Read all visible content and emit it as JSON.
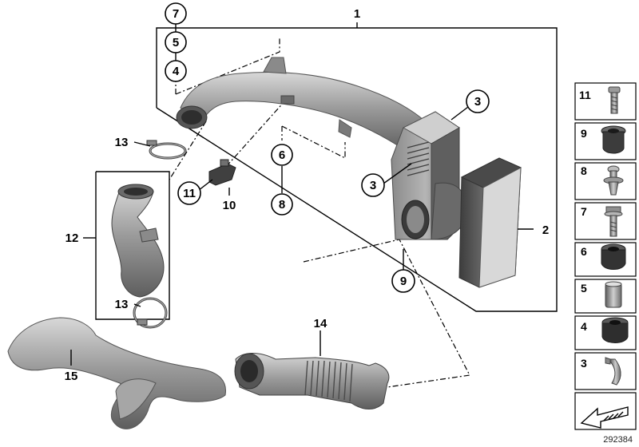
{
  "diagram": {
    "callouts": {
      "c1": "1",
      "c2": "2",
      "c3a": "3",
      "c3b": "3",
      "c4": "4",
      "c5": "5",
      "c6": "6",
      "c7": "7",
      "c8": "8",
      "c9": "9",
      "c10": "10",
      "c11": "11",
      "c12": "12",
      "c13a": "13",
      "c13b": "13",
      "c14": "14",
      "c15": "15"
    },
    "legend": [
      {
        "num": "11",
        "part": "screw"
      },
      {
        "num": "9",
        "part": "grommet"
      },
      {
        "num": "8",
        "part": "pin"
      },
      {
        "num": "7",
        "part": "bolt"
      },
      {
        "num": "6",
        "part": "rubber-mount"
      },
      {
        "num": "5",
        "part": "sleeve"
      },
      {
        "num": "4",
        "part": "bushing"
      },
      {
        "num": "3",
        "part": "clip"
      }
    ],
    "reference_number": "292384",
    "colors": {
      "part_dark": "#6f6f6f",
      "part_mid": "#9a9a9a",
      "part_light": "#c9c9c9",
      "line": "#000000"
    }
  }
}
